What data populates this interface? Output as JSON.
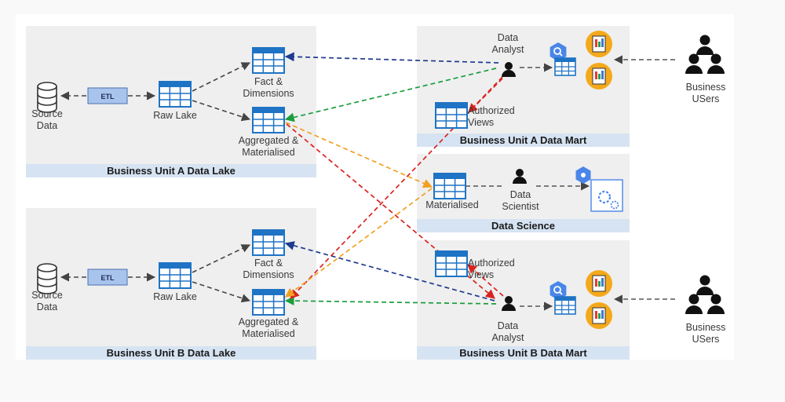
{
  "panels": {
    "lake_a": "Business Unit A Data Lake",
    "lake_b": "Business Unit B Data Lake",
    "mart_a": "Business Unit A Data Mart",
    "mart_b": "Business Unit B Data Mart",
    "science": "Data Science"
  },
  "labels": {
    "source_data_a": "Source\nData",
    "source_data_b": "Source\nData",
    "etl_a": "ETL",
    "etl_b": "ETL",
    "raw_lake_a": "Raw Lake",
    "raw_lake_b": "Raw Lake",
    "fact_dim_a": "Fact &\nDimensions",
    "fact_dim_b": "Fact &\nDimensions",
    "agg_a": "Aggregated &\nMaterialised",
    "agg_b": "Aggregated &\nMaterialised",
    "analyst_a": "Data\nAnalyst",
    "analyst_b": "Data\nAnalyst",
    "auth_views_a": "Authorized\nViews",
    "auth_views_b": "Authorized\nViews",
    "materialised": "Materialised",
    "data_scientist": "Data\nScientist",
    "business_users_a": "Business\nUSers",
    "business_users_b": "Business\nUSers"
  },
  "colors": {
    "navy": "#1f3b8f",
    "green": "#1a9e3a",
    "red": "#d9231e",
    "orange": "#f0a020",
    "gray_arrow": "#555555",
    "table_blue": "#1f73c4",
    "gold": "#f4a91c"
  }
}
